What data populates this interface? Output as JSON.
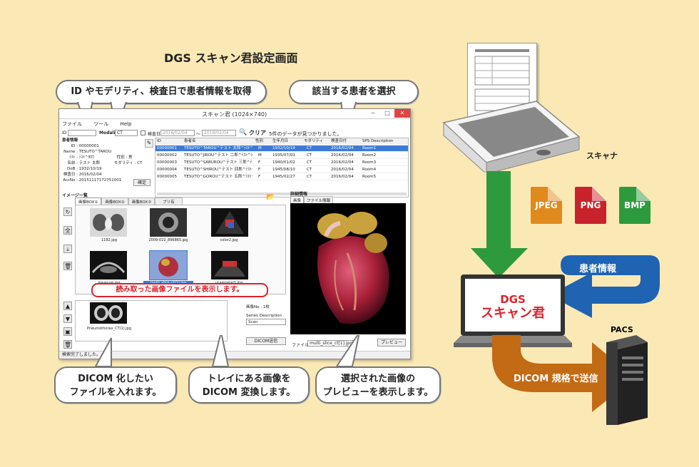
{
  "page_title": "DGS スキャン君設定画面",
  "callouts": {
    "top_left": "ID やモデリティ、検査日で患者情報を取得",
    "top_right": "該当する患者を選択",
    "read_images": "読み取った画像ファイルを表示します。",
    "bottom1_line1": "DICOM 化したい",
    "bottom1_line2": "ファイルを入れます。",
    "bottom2_line1": "トレイにある画像を",
    "bottom2_line2": "DICOM 変換します。",
    "bottom3_line1": "選択された画像の",
    "bottom3_line2": "プレビューを表示します。"
  },
  "window": {
    "title": "スキャン君 (1024×740)",
    "close_glyph": "✕",
    "min_glyph": "−",
    "max_glyph": "□",
    "menu": [
      "ファイル",
      "ツール",
      "Help"
    ],
    "id_label": "ID",
    "modality_label": "Modality",
    "modality_value": "CT",
    "exam_date_label": "検査日",
    "date_from": "2016/02/04",
    "date_to": "2016/02/04",
    "clear_label": "クリア",
    "result_text": "5件のデータが見つかりました。",
    "patient_info_heading": "患者情報",
    "patient": {
      "id_label": "ID :",
      "id": "00000001",
      "name_label": "Name :",
      "name": "TESUTO^TAROU",
      "kana_label": "ﾃｽﾄ :",
      "kana": "ﾃｽﾄ^ﾀﾛｳ",
      "kanji_label": "名前 :",
      "kanji": "テスト 太郎",
      "dob_label": "DoB :",
      "dob": "1932/10/19",
      "exam_label": "検査日 :",
      "exam": "2016/02/04",
      "acc_label": "AccNo :",
      "acc": "20151117172751001",
      "sex_label": "性別 : 男",
      "modality_label": "モダリティ : CT",
      "confirm": "確定"
    },
    "grid_headers": [
      "ID",
      "患者名",
      "性別",
      "生年月日",
      "モダリティ",
      "検査日付",
      "SPS Description"
    ],
    "grid_rows": [
      [
        "00000001",
        "TESUTO^TAROU^テスト 太郎^ﾃｽﾄ^ﾀﾛｳ",
        "M",
        "1932/10/19",
        "CT",
        "2016/02/04",
        "Room1"
      ],
      [
        "00000002",
        "TESUTO^JIROU^テスト 二郎^ﾃｽﾄ^ｼﾞﾛｳ",
        "M",
        "1935/07/03",
        "CT",
        "2016/02/04",
        "Room2"
      ],
      [
        "00000003",
        "TESUTO^SABUROU^テスト 三郎^ﾃｽﾄ^ｻﾌﾞﾛｳ",
        "F",
        "1940/01/02",
        "CT",
        "2016/02/04",
        "Room3"
      ],
      [
        "00000004",
        "TESUTO^SHIROU^テスト 四郎^ﾃｽﾄ^ｼﾛｳ",
        "F",
        "1945/08/10",
        "CT",
        "2016/02/04",
        "Room4"
      ],
      [
        "00000005",
        "TESUTO^GOROU^テスト 五郎^ﾃｽﾄ^ｺﾞﾛｳ",
        "F",
        "1945/02/27",
        "CT",
        "2016/02/04",
        "Room5"
      ]
    ],
    "image_list_heading": "イメージ一覧",
    "image_tabs": [
      "画像BOX①",
      "画像BOX②",
      "画像BOX③",
      "プリ有"
    ],
    "thumbnails": [
      "1182.jpg",
      "2009-022_896865.jpg",
      "color2.jpg",
      "measure.jpg",
      "multi_slice_ct[1].jpg",
      "ucamomal1.jpg"
    ],
    "detail_heading": "詳細情報",
    "detail_tabs": [
      "画像",
      "ファイル情報"
    ],
    "tray_thumb": "Pneumothorax_CT(1).jpg",
    "image_no_label": "画像No :",
    "image_no_value": "1枚",
    "series_desc_label": "Series Description",
    "series_desc_value": "Scan",
    "dicom_button": "DICOM送信",
    "file_name_label": "ファイル名",
    "file_name_value": "multi_slice_ct[1].jpg",
    "preview_button": "プレビュー",
    "status": "検索完了しました。"
  },
  "scanner_label": "スキャナ",
  "formats": [
    {
      "label": "JPEG",
      "color": "#e08a1e"
    },
    {
      "label": "PNG",
      "color": "#c8232c"
    },
    {
      "label": "BMP",
      "color": "#2e9a3e"
    }
  ],
  "patient_info_arrow": "患者情報",
  "laptop": {
    "line1": "DGS",
    "line2": "スキャン君"
  },
  "pacs_label": "PACS",
  "send_arrow": "DICOM 規格で送信"
}
